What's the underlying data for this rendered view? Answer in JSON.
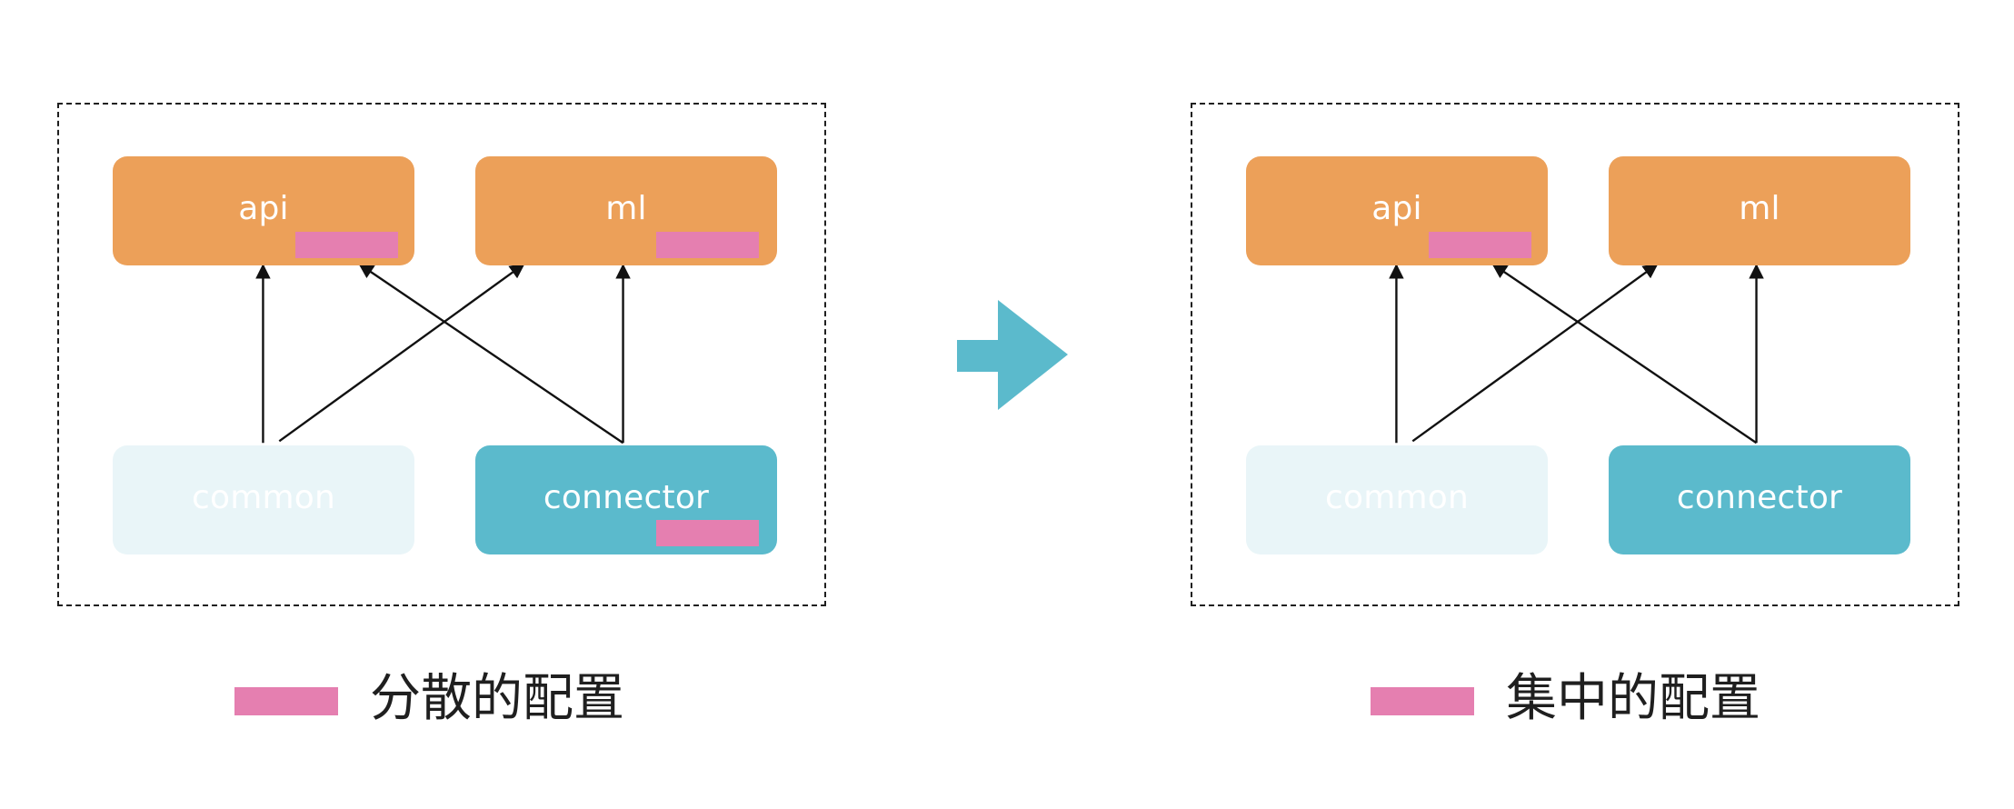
{
  "colors": {
    "orange_box": "#eca059",
    "teal_box": "#5bbacc",
    "faint_box": "#e9f5f8",
    "config_mark": "#e57fb0",
    "arrow": "#5bbacc",
    "text": "#1f1f1f"
  },
  "left_panel": {
    "boxes": {
      "api": "api",
      "ml": "ml",
      "common": "common",
      "connector": "connector"
    },
    "config_marks_on": [
      "api",
      "ml",
      "connector"
    ],
    "legend_label": "分散的配置"
  },
  "right_panel": {
    "boxes": {
      "api": "api",
      "ml": "ml",
      "common": "common",
      "connector": "connector"
    },
    "config_marks_on": [
      "api"
    ],
    "legend_label": "集中的配置"
  },
  "edges": [
    {
      "from": "common",
      "to": "api"
    },
    {
      "from": "common",
      "to": "ml"
    },
    {
      "from": "connector",
      "to": "api"
    },
    {
      "from": "connector",
      "to": "ml"
    }
  ],
  "transition_icon": "right-arrow-icon"
}
